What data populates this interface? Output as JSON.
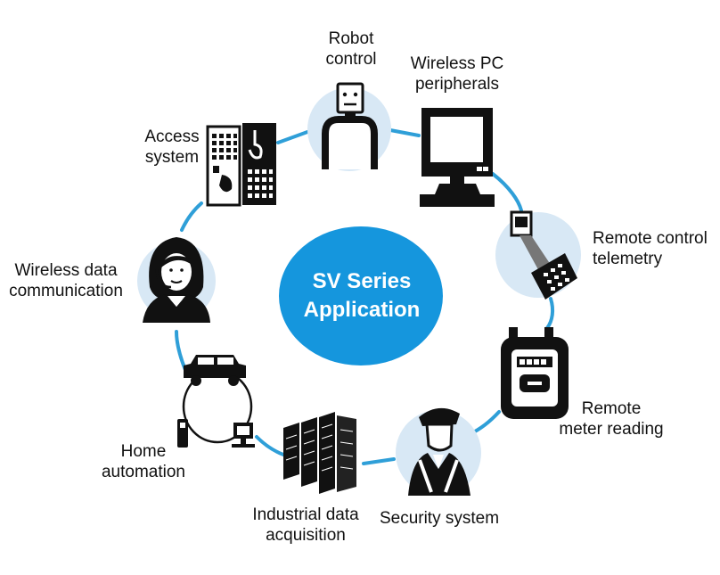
{
  "colors": {
    "ring": "#2f9fd8",
    "bubble": "#d8e8f5",
    "center": "#1596dd",
    "ink": "#111111"
  },
  "center": {
    "line1": "SV Series",
    "line2": "Application"
  },
  "nodes": [
    {
      "id": "robot-control",
      "icon": "robot-icon",
      "lines": [
        "Robot",
        "control"
      ]
    },
    {
      "id": "wireless-pc",
      "icon": "computer-monitor-icon",
      "lines": [
        "Wireless PC",
        "peripherals"
      ]
    },
    {
      "id": "remote-control",
      "icon": "remote-terminal-icon",
      "lines": [
        "Remote control",
        "telemetry"
      ]
    },
    {
      "id": "remote-meter",
      "icon": "utility-meter-icon",
      "lines": [
        "Remote",
        "meter reading"
      ]
    },
    {
      "id": "security",
      "icon": "security-guard-icon",
      "lines": [
        "Security system"
      ]
    },
    {
      "id": "industrial",
      "icon": "server-rack-icon",
      "lines": [
        "Industrial data",
        "acquisition"
      ]
    },
    {
      "id": "home",
      "icon": "home-network-icon",
      "lines": [
        "Home",
        "automation"
      ]
    },
    {
      "id": "wireless-data",
      "icon": "headset-operator-icon",
      "lines": [
        "Wireless data",
        "communication"
      ]
    },
    {
      "id": "access",
      "icon": "access-keypad-icon",
      "lines": [
        "Access",
        "system"
      ]
    }
  ]
}
